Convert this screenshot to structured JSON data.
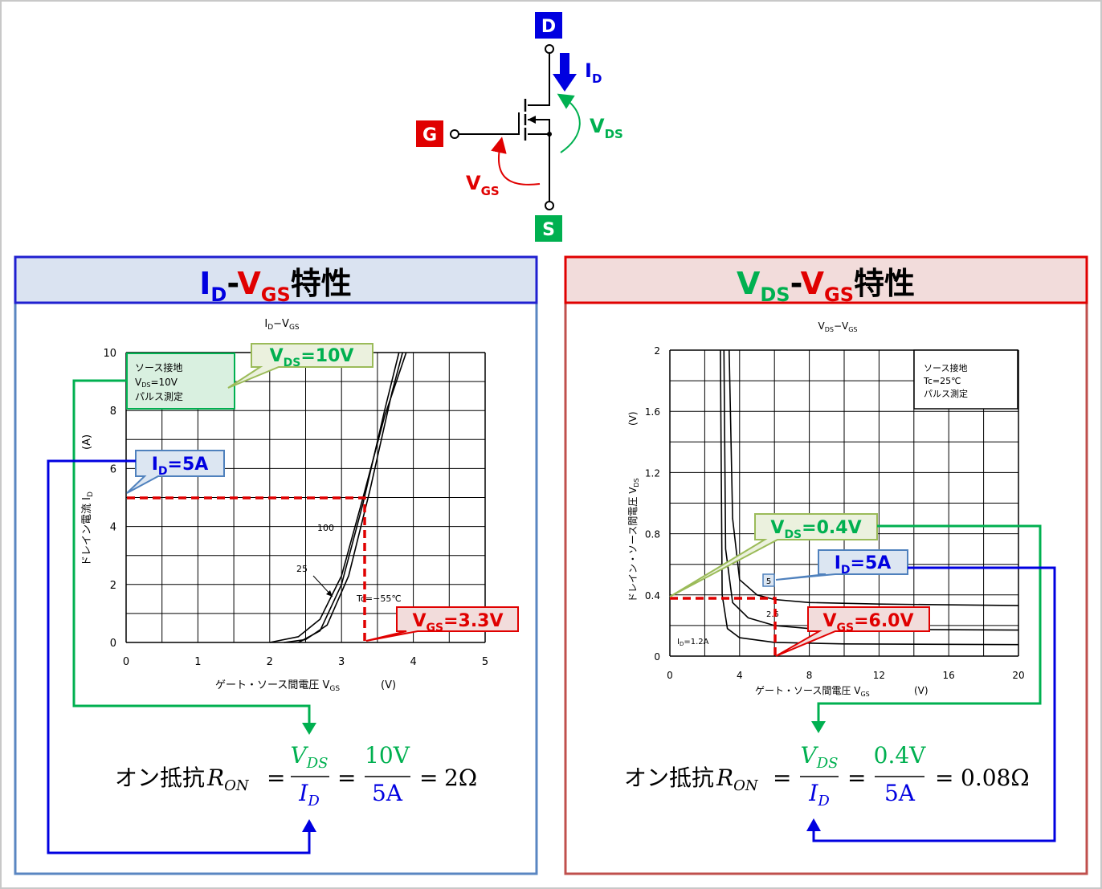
{
  "circuit": {
    "terminal_d": "D",
    "terminal_g": "G",
    "terminal_s": "S",
    "id_label": {
      "main": "I",
      "sub": "D"
    },
    "vds_label": {
      "main": "V",
      "sub": "DS"
    },
    "vgs_label": {
      "main": "V",
      "sub": "GS"
    }
  },
  "left_panel": {
    "header": {
      "p1": "I",
      "p1sub": "D",
      "dash": "-",
      "p2": "V",
      "p2sub": "GS",
      "suffix": "特性"
    },
    "chart_title": {
      "main": "I",
      "sub1": "D",
      "mid": "−V",
      "sub2": "GS"
    },
    "legend": [
      "ソース接地",
      "V",
      "DS",
      "=10V",
      "パルス測定"
    ],
    "callout_vds": {
      "main": "V",
      "sub": "DS",
      "val": "=10V"
    },
    "callout_id": {
      "main": "I",
      "sub": "D",
      "val": "=5A"
    },
    "callout_vgs": {
      "main": "V",
      "sub": "GS",
      "val": "=3.3V"
    },
    "curve_labels": [
      "100",
      "25",
      "Tc=−55℃"
    ],
    "ylabel": "ドレイン電流  I",
    "ylabel_sub": "D",
    "yunit": "(A)",
    "xlabel": "ゲート・ソース間電圧  V",
    "xlabel_sub": "GS",
    "xunit": "(V)",
    "formula": {
      "prefix": "オン抵抗",
      "r": "R",
      "rsub": "ON",
      "num1": "V",
      "num1sub": "DS",
      "den1": "I",
      "den1sub": "D",
      "num2": "10V",
      "den2": "5A",
      "result": "2Ω"
    }
  },
  "right_panel": {
    "header": {
      "p1": "V",
      "p1sub": "DS",
      "dash": "-",
      "p2": "V",
      "p2sub": "GS",
      "suffix": "特性"
    },
    "chart_title": {
      "main": "V",
      "sub1": "DS",
      "mid": "−V",
      "sub2": "GS"
    },
    "legend": [
      "ソース接地",
      "Tc=25℃",
      "パルス測定"
    ],
    "callout_vds": {
      "main": "V",
      "sub": "DS",
      "val": "=0.4V"
    },
    "callout_id": {
      "main": "I",
      "sub": "D",
      "val": "=5A"
    },
    "callout_vgs": {
      "main": "V",
      "sub": "GS",
      "val": "=6.0V"
    },
    "curve_labels": [
      "5",
      "2.5",
      "I",
      "D",
      "=1.2A"
    ],
    "ylabel": "ドレイン・ソース間電圧  V",
    "ylabel_sub": "DS",
    "yunit": "(V)",
    "xlabel": "ゲート・ソース間電圧  V",
    "xlabel_sub": "GS",
    "xunit": "(V)",
    "formula": {
      "prefix": "オン抵抗",
      "r": "R",
      "rsub": "ON",
      "num1": "V",
      "num1sub": "DS",
      "den1": "I",
      "den1sub": "D",
      "num2": "0.4V",
      "den2": "5A",
      "result": "0.08Ω"
    }
  },
  "colors": {
    "blue": "#0000e0",
    "red": "#e00000",
    "green": "#00b050",
    "dashed": "#e00000"
  },
  "chart_data": [
    {
      "type": "line",
      "title": "ID−VGS",
      "xlabel": "ゲート・ソース間電圧 VGS (V)",
      "ylabel": "ドレイン電流 ID (A)",
      "xlim": [
        0,
        5
      ],
      "ylim": [
        0,
        10
      ],
      "xticks": [
        "0",
        "1",
        "2",
        "3",
        "4",
        "5"
      ],
      "yticks": [
        "0",
        "2",
        "4",
        "6",
        "8",
        "10"
      ],
      "grid": true,
      "legend": "top-left",
      "series": [
        {
          "name": "100",
          "x": [
            2.0,
            2.4,
            2.7,
            3.0,
            3.3,
            3.6,
            3.9
          ],
          "y": [
            0,
            0.2,
            0.8,
            2.3,
            5.0,
            7.8,
            10
          ]
        },
        {
          "name": "25",
          "x": [
            2.2,
            2.5,
            2.8,
            3.1,
            3.4,
            3.7,
            3.85
          ],
          "y": [
            0,
            0.1,
            0.6,
            2.3,
            5.3,
            8.6,
            10
          ]
        },
        {
          "name": "Tc=−55℃",
          "x": [
            2.4,
            2.7,
            3.0,
            3.3,
            3.6,
            3.8
          ],
          "y": [
            0,
            0.4,
            2.0,
            4.8,
            8.0,
            10
          ]
        }
      ],
      "annotations": {
        "VDS": "10V",
        "ID": "5A",
        "VGS": "3.3V"
      }
    },
    {
      "type": "line",
      "title": "VDS−VGS",
      "xlabel": "ゲート・ソース間電圧 VGS (V)",
      "ylabel": "ドレイン・ソース間電圧 VDS (V)",
      "xlim": [
        0,
        20
      ],
      "ylim": [
        0,
        2
      ],
      "xticks": [
        "0",
        "4",
        "8",
        "12",
        "16",
        "20"
      ],
      "yticks": [
        "0",
        "0.4",
        "0.8",
        "1.2",
        "1.6",
        "2"
      ],
      "grid": true,
      "legend": "top-right",
      "series": [
        {
          "name": "5",
          "x": [
            3.4,
            3.6,
            4.0,
            5.0,
            6.0,
            8.0,
            12.0,
            20.0
          ],
          "y": [
            2.0,
            0.9,
            0.5,
            0.4,
            0.37,
            0.35,
            0.34,
            0.33
          ]
        },
        {
          "name": "2.5",
          "x": [
            3.1,
            3.2,
            3.6,
            4.5,
            6.0,
            8.0,
            12.0,
            20.0
          ],
          "y": [
            2.0,
            0.7,
            0.35,
            0.25,
            0.2,
            0.18,
            0.175,
            0.17
          ]
        },
        {
          "name": "ID=1.2A",
          "x": [
            2.9,
            3.0,
            3.3,
            4.0,
            6.0,
            10.0,
            20.0
          ],
          "y": [
            2.0,
            0.4,
            0.18,
            0.12,
            0.09,
            0.08,
            0.075
          ]
        }
      ],
      "annotations": {
        "VDS": "0.4V",
        "ID": "5A",
        "VGS": "6.0V"
      }
    }
  ]
}
